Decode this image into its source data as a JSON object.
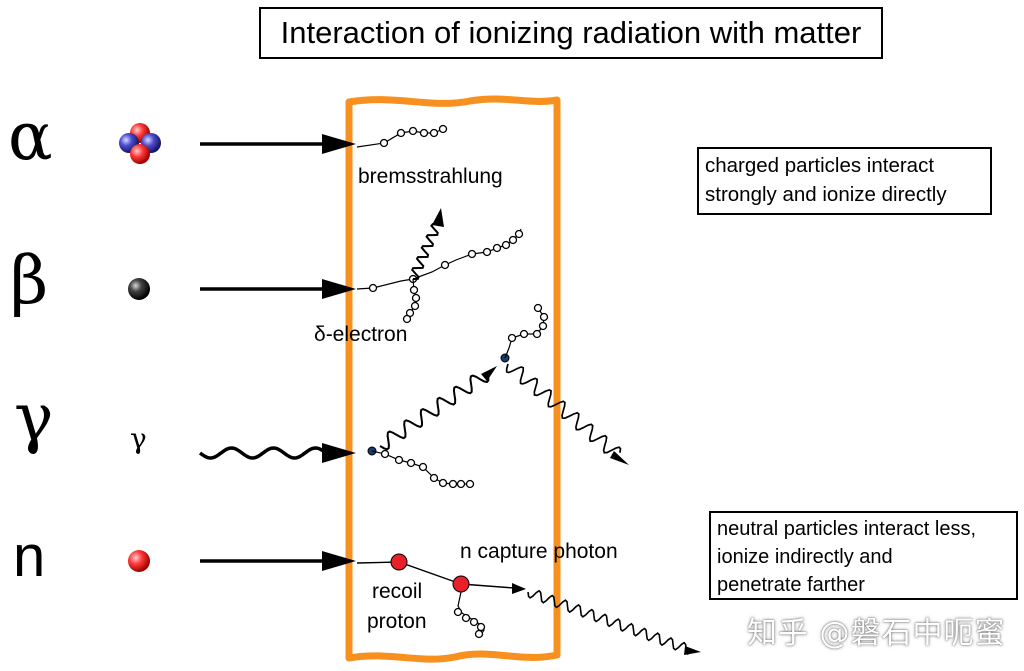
{
  "title": "Interaction of ionizing radiation with matter",
  "symbols": {
    "alpha": "α",
    "beta": "β",
    "gamma": "γ",
    "neutron": "n",
    "gamma_small": "γ"
  },
  "labels": {
    "bremsstrahlung": "bremsstrahlung",
    "delta_electron": "δ-electron",
    "n_capture_photon": "n capture photon",
    "recoil": "recoil",
    "proton": "proton"
  },
  "notes": {
    "charged": [
      "charged particles interact",
      "strongly and ionize directly"
    ],
    "neutral": [
      "neutral particles interact less,",
      "ionize indirectly and",
      "penetrate farther"
    ]
  },
  "watermark": "知乎 @磐石中呃蜜",
  "colors": {
    "slab": "#f7901e",
    "proton": "#e8202a",
    "neutron_ball": "#3a3a9a",
    "electron": "#1a3a6a",
    "line": "#000000"
  }
}
